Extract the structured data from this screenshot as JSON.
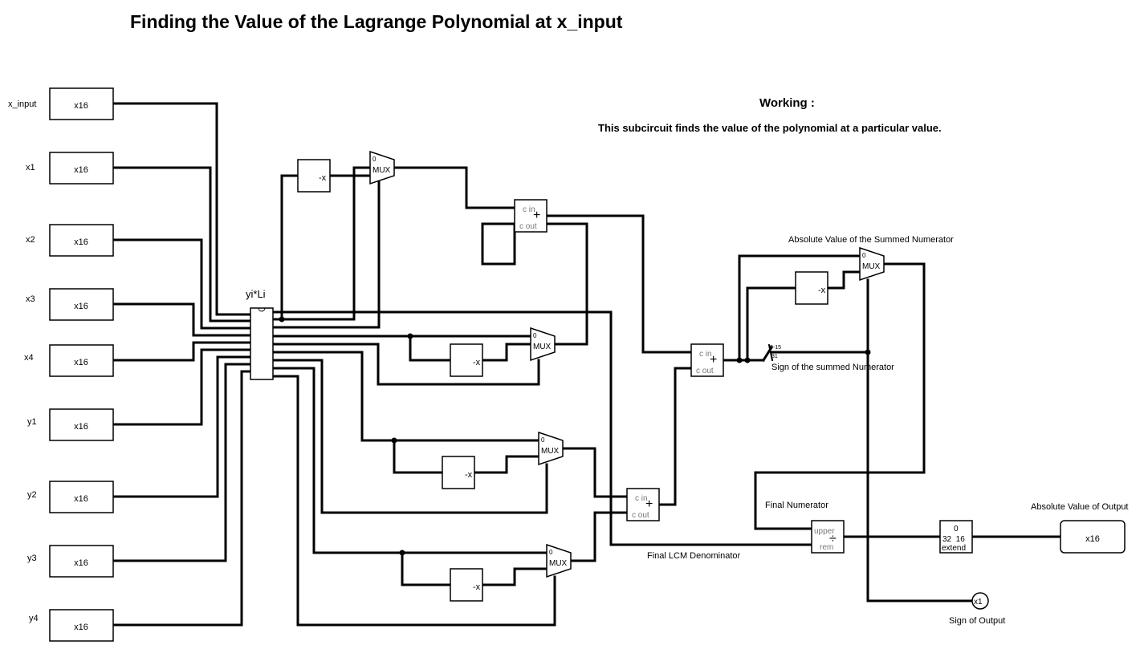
{
  "title": "Finding the Value of the Lagrange Polynomial at x_input",
  "working": {
    "heading": "Working :",
    "description": "This subcircuit finds the value of the polynomial at a particular value."
  },
  "inputs": [
    {
      "name": "x_input",
      "value": "x16"
    },
    {
      "name": "x1",
      "value": "x16"
    },
    {
      "name": "x2",
      "value": "x16"
    },
    {
      "name": "x3",
      "value": "x16"
    },
    {
      "name": "x4",
      "value": "x16"
    },
    {
      "name": "y1",
      "value": "x16"
    },
    {
      "name": "y2",
      "value": "x16"
    },
    {
      "name": "y3",
      "value": "x16"
    },
    {
      "name": "y4",
      "value": "x16"
    }
  ],
  "subcircuit": {
    "label": "yi*Li"
  },
  "negator": {
    "label": "-x"
  },
  "mux": {
    "label": "MUX",
    "sel0": "0"
  },
  "adder": {
    "cin": "c in",
    "cout": "c out",
    "op": "+"
  },
  "divider": {
    "upper": "upper",
    "rem": "rem",
    "op": "÷"
  },
  "extender": {
    "zero": "0",
    "bits": "32  16",
    "label": "extend"
  },
  "splitter_top": "0-15",
  "splitter_bit": "31",
  "labels": {
    "abs_numerator": "Absolute Value of the Summed Numerator",
    "sign_numerator": "Sign of the summed Numerator",
    "final_numerator": "Final Numerator",
    "final_lcm": "Final LCM Denominator",
    "abs_output": "Absolute Value of Output",
    "sign_output": "Sign of Output"
  },
  "outputs": {
    "abs_output_value": "x16",
    "sign_output_value": "x1"
  }
}
